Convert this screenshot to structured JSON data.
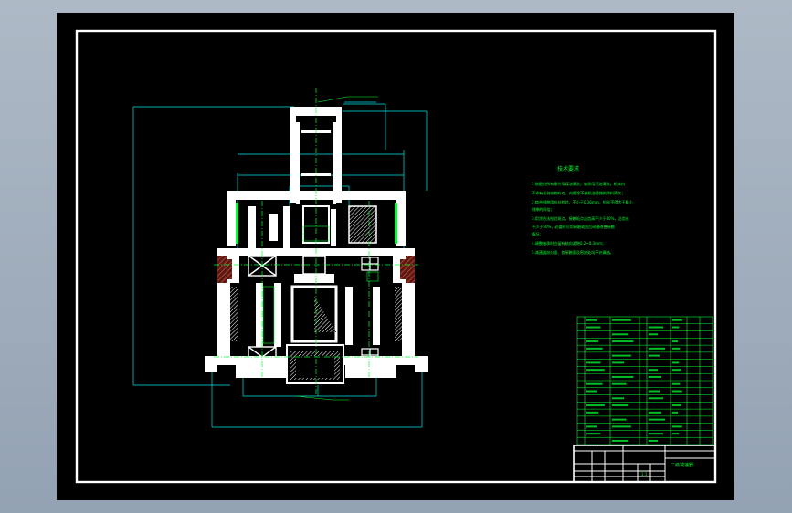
{
  "drawing": {
    "notes_title": "技术要求",
    "notes": [
      "1.装配前所有零件用煤油清洗，轴承用汽油清洗，机体内",
      "不许有任何杂物存在，内壁涂不被机油侵蚀的涂料两次；",
      "2.啮合侧隙用铅丝检验，不小于0.16mm，铅丝不得大于最小",
      "侧隙的四倍；",
      "3.用涂色法检验斑点，接触斑点沿齿高不少于40%，沿齿长",
      "不少于50%，必要时可用研磨或刮后研磨改善接触",
      "情况；",
      "4.调整轴承时应留有轴向游隙0.2~0.3mm；",
      "5.减速器剖分面、各接触面及密封处均不许漏油。"
    ],
    "title_block": {
      "drawing_name": "二级减速器",
      "scale": "1:1"
    },
    "colors": {
      "background": "#000000",
      "frame": "#ffffff",
      "dimension": "#00e5e5",
      "text": "#00ff33",
      "hatch": "#b04030",
      "centerline": "#00ff33"
    }
  }
}
